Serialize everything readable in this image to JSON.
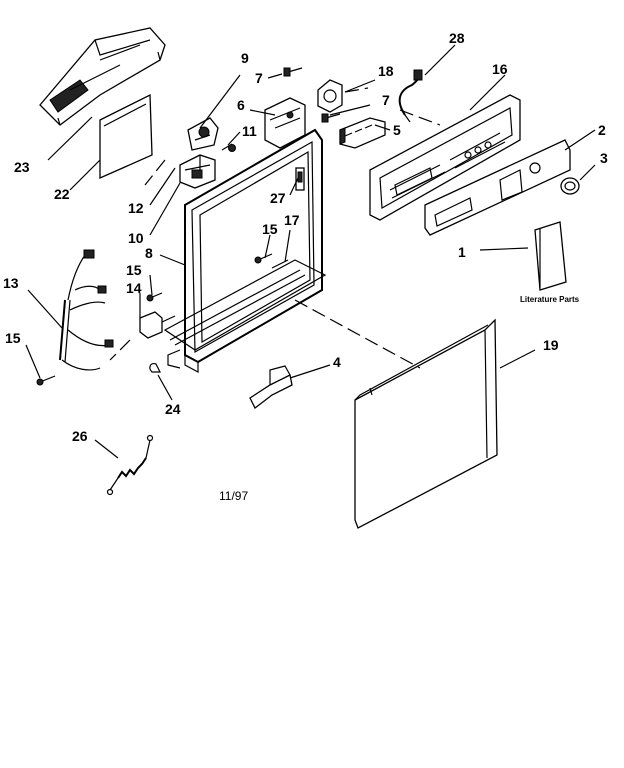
{
  "diagram": {
    "date_code": "11/97",
    "literature_caption": "Literature Parts",
    "callouts": {
      "c1": "1",
      "c2": "2",
      "c3": "3",
      "c4": "4",
      "c5": "5",
      "c6": "6",
      "c7a": "7",
      "c7b": "7",
      "c8": "8",
      "c9": "9",
      "c10": "10",
      "c11": "11",
      "c12": "12",
      "c13": "13",
      "c14": "14",
      "c15a": "15",
      "c15b": "15",
      "c15c": "15",
      "c16": "16",
      "c17": "17",
      "c18": "18",
      "c19": "19",
      "c22": "22",
      "c23": "23",
      "c24": "24",
      "c26": "26",
      "c27": "27",
      "c28": "28"
    }
  }
}
